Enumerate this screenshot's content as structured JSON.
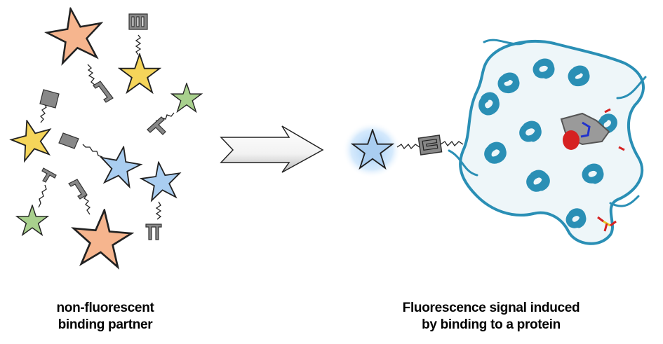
{
  "left_caption": {
    "line1": "non-fluorescent",
    "line2": "binding partner"
  },
  "right_caption": {
    "line1": "Fluorescence signal induced",
    "line2": "by binding to a protein"
  },
  "colors": {
    "orange_star": "#f6b58e",
    "yellow_star": "#f5d55a",
    "green_star": "#a8d08d",
    "blue_star": "#a9cdf0",
    "linker_gray": "#888888",
    "protein_blue": "#2a8fb5",
    "glow": "#8fc3f5",
    "heme_red": "#d62222"
  },
  "icons": {
    "arrow": "right-arrow-icon",
    "star": "star-icon",
    "protein": "protein-ribbon-icon"
  }
}
